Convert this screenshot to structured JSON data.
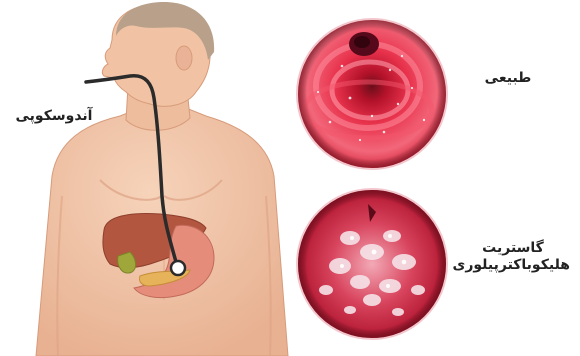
{
  "labels": {
    "endoscopy": "آندوسکوپی",
    "normal": "طبیعی",
    "gastritis_line1": "گاستریت",
    "gastritis_line2": "هلیکوباکترپیلوری"
  },
  "colors": {
    "skin": "#f1c3a4",
    "skin_shadow": "#e2a786",
    "hair": "#b8a08a",
    "liver": "#b3563f",
    "gallbladder": "#a8a83c",
    "stomach": "#e58c7b",
    "tube": "#2b2b2b",
    "normal_mucosa": "#e0233f",
    "inflamed_mucosa": "#c8203a",
    "mucosa_spots": "#f6e3e8"
  },
  "icons": {
    "body": "human-torso-illustration",
    "endoscope": "endoscope-tube",
    "normal_view": "normal-stomach-endoscopic-view",
    "gastritis_view": "gastritis-endoscopic-view"
  }
}
